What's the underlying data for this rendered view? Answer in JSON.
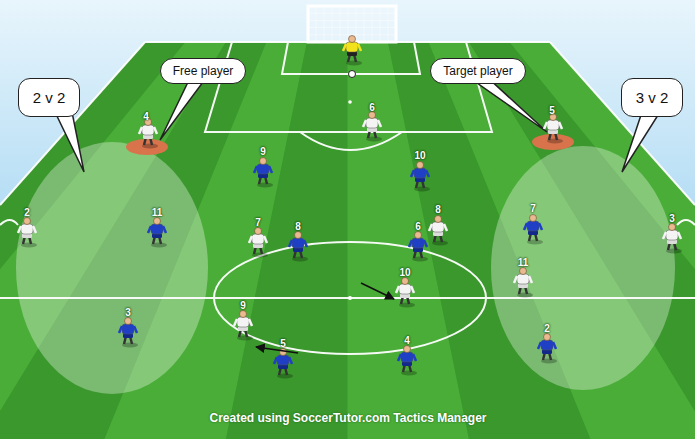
{
  "diagram": {
    "nodes": [
      {
        "text": [
          "2 v 2"
        ]
      },
      {
        "text": [
          "Free player"
        ]
      },
      {
        "text": [
          "Target player"
        ]
      },
      {
        "text": [
          "3 v 2"
        ]
      }
    ],
    "labels": [
      "4",
      "6",
      "5",
      "9",
      "10",
      "2",
      "11",
      "7",
      "8",
      "6",
      "8",
      "7",
      "3",
      "10",
      "11",
      "9",
      "3",
      "5",
      "4",
      "2",
      "Created using SoccerTutor.com Tactics Manager"
    ]
  }
}
